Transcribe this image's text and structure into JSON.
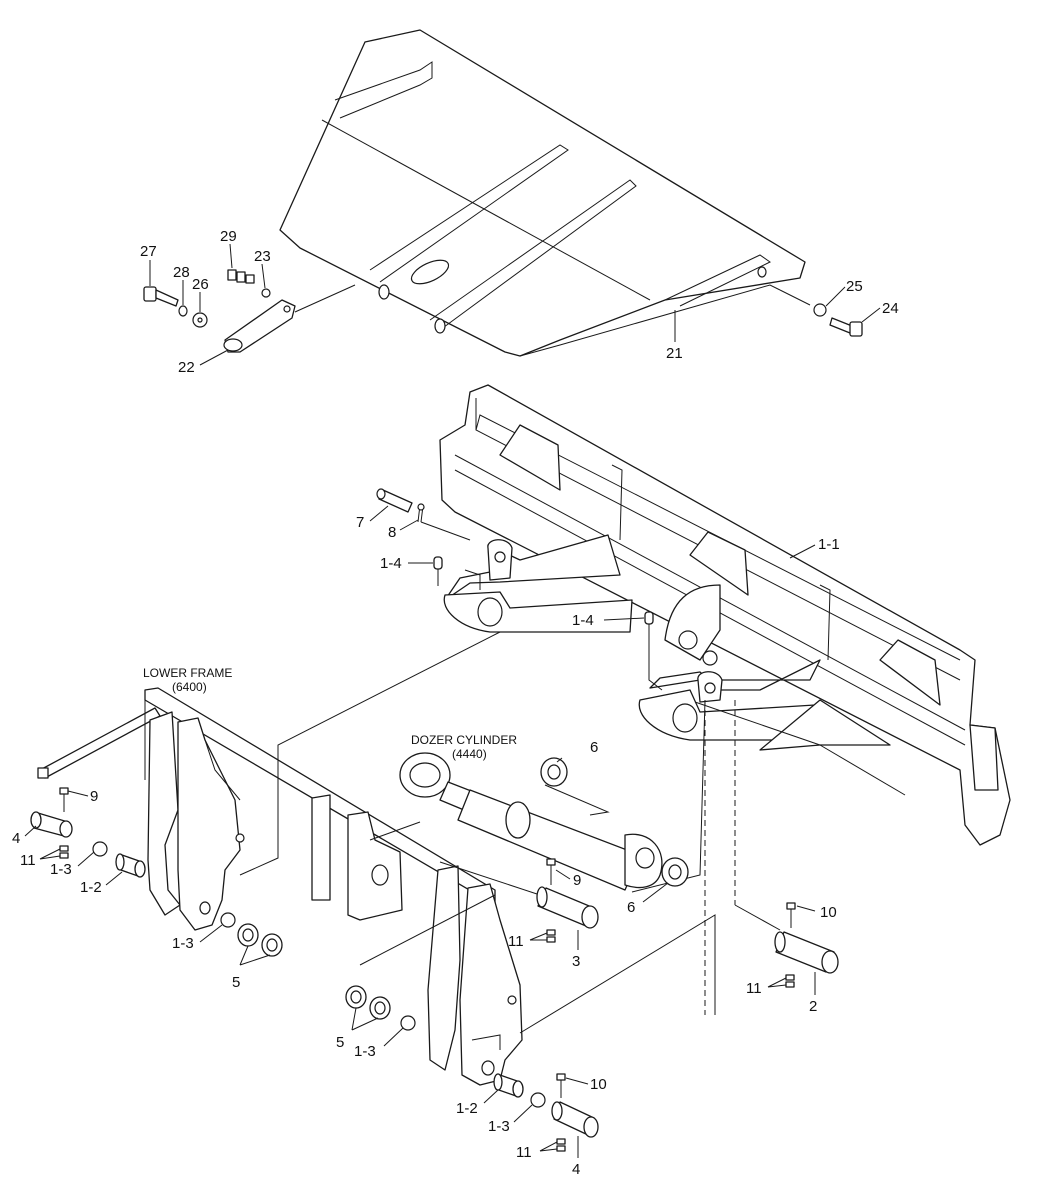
{
  "captions": {
    "lower_frame": "LOWER FRAME",
    "lower_frame_code": "(6400)",
    "dozer_cylinder": "DOZER CYLINDER",
    "dozer_cylinder_code": "(4440)"
  },
  "labels": {
    "p27": "27",
    "p28": "28",
    "p26": "26",
    "p29": "29",
    "p23": "23",
    "p22": "22",
    "p21": "21",
    "p25": "25",
    "p24": "24",
    "p7": "7",
    "p8": "8",
    "p1_4a": "1-4",
    "p1_4b": "1-4",
    "p1_1": "1-1",
    "p9a": "9",
    "p4a": "4",
    "p11a": "11",
    "p1_3a": "1-3",
    "p1_2a": "1-2",
    "p1_3b": "1-3",
    "p5a": "5",
    "p6a": "6",
    "p6b": "6",
    "p9b": "9",
    "p11b": "11",
    "p3": "3",
    "p10a": "10",
    "p11c": "11",
    "p2": "2",
    "p5b": "5",
    "p1_3c": "1-3",
    "p1_2b": "1-2",
    "p10b": "10",
    "p1_3d": "1-3",
    "p11d": "11",
    "p4b": "4"
  }
}
